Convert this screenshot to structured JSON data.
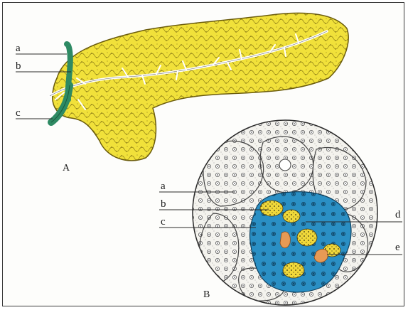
{
  "figure": {
    "panel_a": {
      "title": "A",
      "labels": {
        "a": "a",
        "b": "b",
        "c": "c"
      }
    },
    "panel_b": {
      "title": "B",
      "labels": {
        "a": "a",
        "b": "b",
        "c": "c",
        "d": "d",
        "e": "e"
      }
    }
  },
  "colors": {
    "pancreas_yellow": "#f3e43c",
    "islet_blue": "#2a8fc4",
    "orange_cells": "#e79a55",
    "duct_green": "#2e8a63",
    "line_ink": "#2a2a2a"
  }
}
